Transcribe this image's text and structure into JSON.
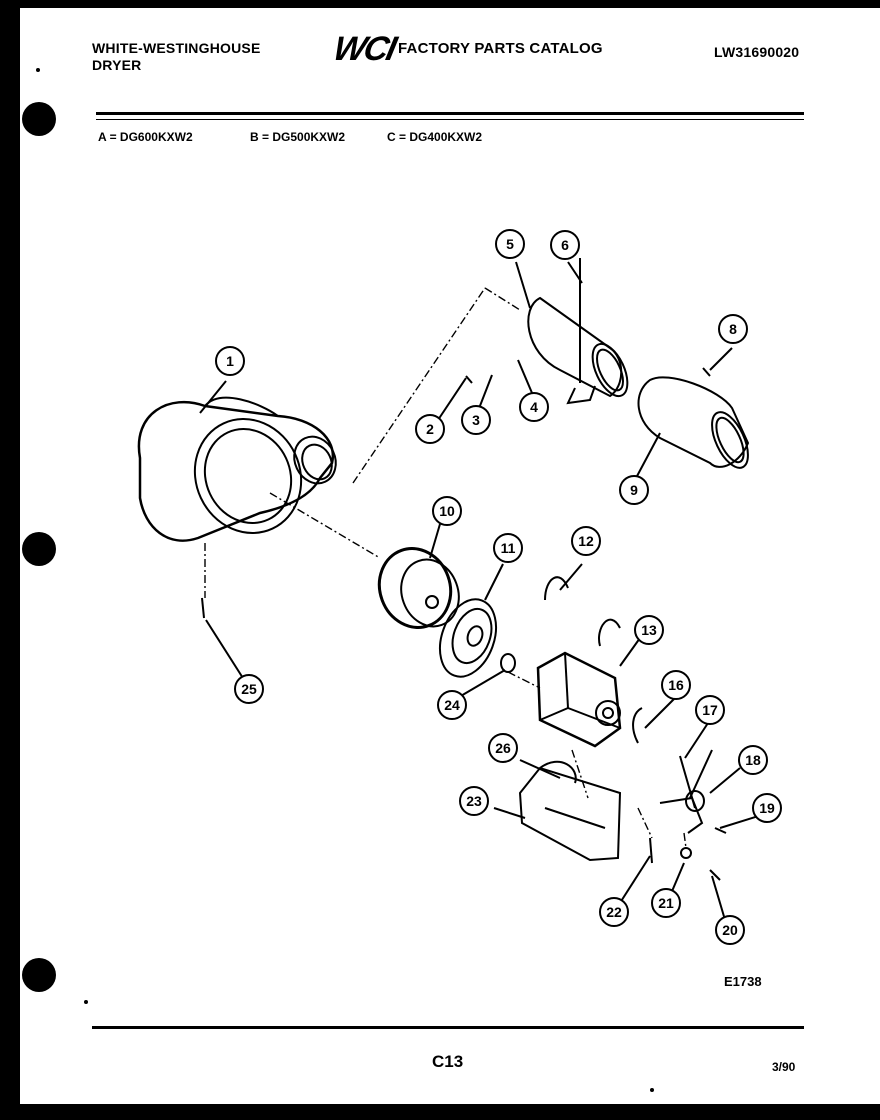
{
  "header": {
    "brand_line1": "WHITE-WESTINGHOUSE",
    "brand_line2": "DRYER",
    "logo_text": "WCI",
    "catalog_title": "FACTORY PARTS CATALOG",
    "catalog_number": "LW31690020"
  },
  "models": [
    {
      "key": "A",
      "model": "DG600KXW2"
    },
    {
      "key": "B",
      "model": "DG500KXW2"
    },
    {
      "key": "C",
      "model": "DG400KXW2"
    }
  ],
  "diagram": {
    "figure_code": "E1738",
    "callouts": [
      "1",
      "2",
      "3",
      "4",
      "5",
      "6",
      "8",
      "9",
      "10",
      "11",
      "12",
      "13",
      "16",
      "17",
      "18",
      "19",
      "20",
      "21",
      "22",
      "23",
      "24",
      "25",
      "26"
    ]
  },
  "footer": {
    "page_code": "C13",
    "date": "3/90"
  },
  "colors": {
    "ink": "#000000",
    "paper": "#ffffff",
    "border": "#000000"
  }
}
